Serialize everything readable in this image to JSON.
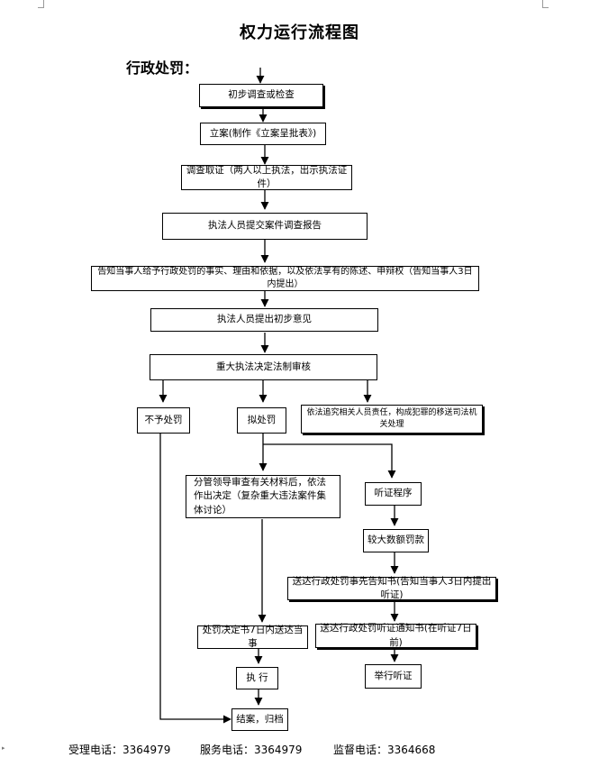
{
  "document": {
    "title": "权力运行流程图",
    "section": "行政处罚："
  },
  "flow": {
    "step1": "初步调查或检查",
    "step2": "立案(制作《立案呈批表》)",
    "step3": "调查取证（两人以上执法，出示执法证件）",
    "step4": "执法人员提交案件调查报告",
    "step5": "告知当事人给予行政处罚的事实、理由和依据，以及依法享有的陈述、申辩权（告知当事人3日内提出）",
    "step6": "执法人员提出初步意见",
    "step7": "重大执法决定法制审核",
    "branch_no_penalty": "不予处罚",
    "branch_penalty": "拟处罚",
    "branch_transfer": "依法追究相关人员责任，构成犯罪的移送司法机关处理",
    "decision": "分管领导审查有关材料后，依法作出决定（复杂重大违法案件集体讨论）",
    "hearing": "听证程序",
    "large_fine": "较大数额罚款",
    "pre_notice": "送达行政处罚事先告知书(告知当事人3日内提出听证)",
    "hearing_notice": "送达行政处罚听证通知书(在听证7日前)",
    "hold_hearing": "举行听证",
    "deliver_decision": "处罚决定书7日内送达当事",
    "execute": "执  行",
    "close_case": "结案，归档"
  },
  "footer": {
    "accept": "受理电话：3364979",
    "service": "服务电话：3364979",
    "supervise": "监督电话：3364668"
  }
}
